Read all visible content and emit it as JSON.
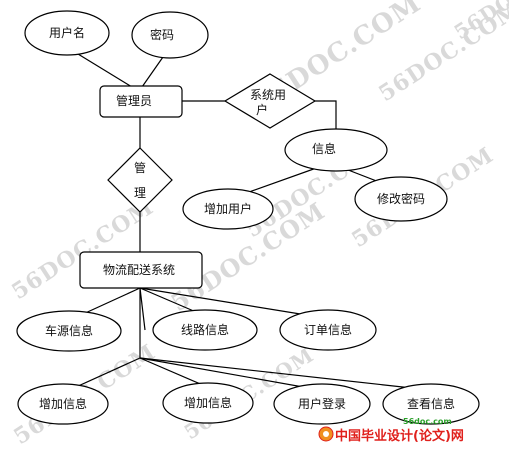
{
  "diagram": {
    "entities": {
      "admin": "管理员",
      "system": "物流配送系统"
    },
    "relationships": {
      "manage": [
        "管",
        "理"
      ],
      "system_user": [
        "系统用",
        "户"
      ]
    },
    "attributes": {
      "username": "用户名",
      "password": "密码",
      "info": "信息",
      "add_user": "增加用户",
      "change_password": "修改密码",
      "vehicle_info": "车源信息",
      "route_info": "线路信息",
      "order_info": "订单信息",
      "add_info_1": "增加信息",
      "add_info_2": "增加信息",
      "user_login": "用户登录",
      "view_info": "查看信息"
    }
  },
  "watermarks": {
    "text": "56DOC.COM",
    "site_domain": "56doc.com",
    "site_name": "中国毕业设计(论文)网",
    "colors": {
      "gray": "#d9d9d9",
      "red": "#e0201c",
      "dark": "#222222",
      "green": "#2aa02a",
      "orange": "#f09020"
    }
  },
  "colors": {
    "stroke": "#000000",
    "fill": "#ffffff",
    "text": "#111111"
  }
}
